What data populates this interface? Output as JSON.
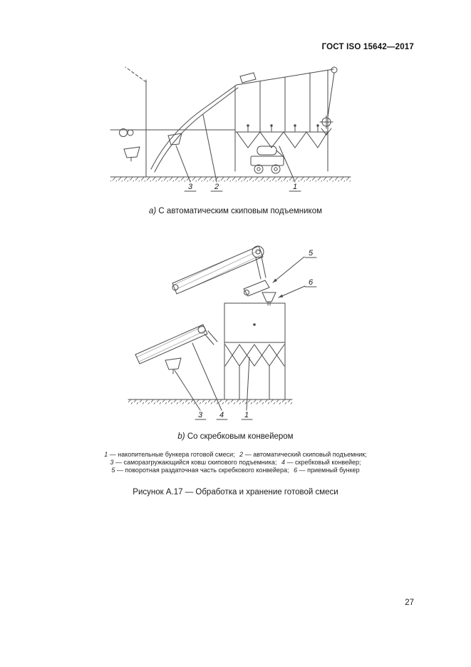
{
  "header": {
    "title": "ГОСТ ISO 15642—2017"
  },
  "figure_a": {
    "caption_prefix": "а)",
    "caption_text": "С автоматическим скиповым подъемником",
    "labels": {
      "l3": "3",
      "l2": "2",
      "l1": "1"
    }
  },
  "figure_b": {
    "caption_prefix": "b)",
    "caption_text": "Со скребковым конвейером",
    "labels": {
      "l3": "3",
      "l4": "4",
      "l1": "1",
      "l5": "5",
      "l6": "6"
    }
  },
  "legend": {
    "items": [
      {
        "num": "1",
        "text": "— накопительные бункера готовой смеси;"
      },
      {
        "num": "2",
        "text": "— автоматический скиповый подъемник;"
      },
      {
        "num": "3",
        "text": "— саморазгружающийся ковш скипового подъемника;"
      },
      {
        "num": "4",
        "text": "— скребковый конвейер;"
      },
      {
        "num": "5",
        "text": "— поворотная раздаточная часть скребкового конвейера;"
      },
      {
        "num": "6",
        "text": "— приемный бункер"
      }
    ]
  },
  "figure_caption": "Рисунок А.17 — Обработка и хранение готовой смеси",
  "page_number": "27"
}
